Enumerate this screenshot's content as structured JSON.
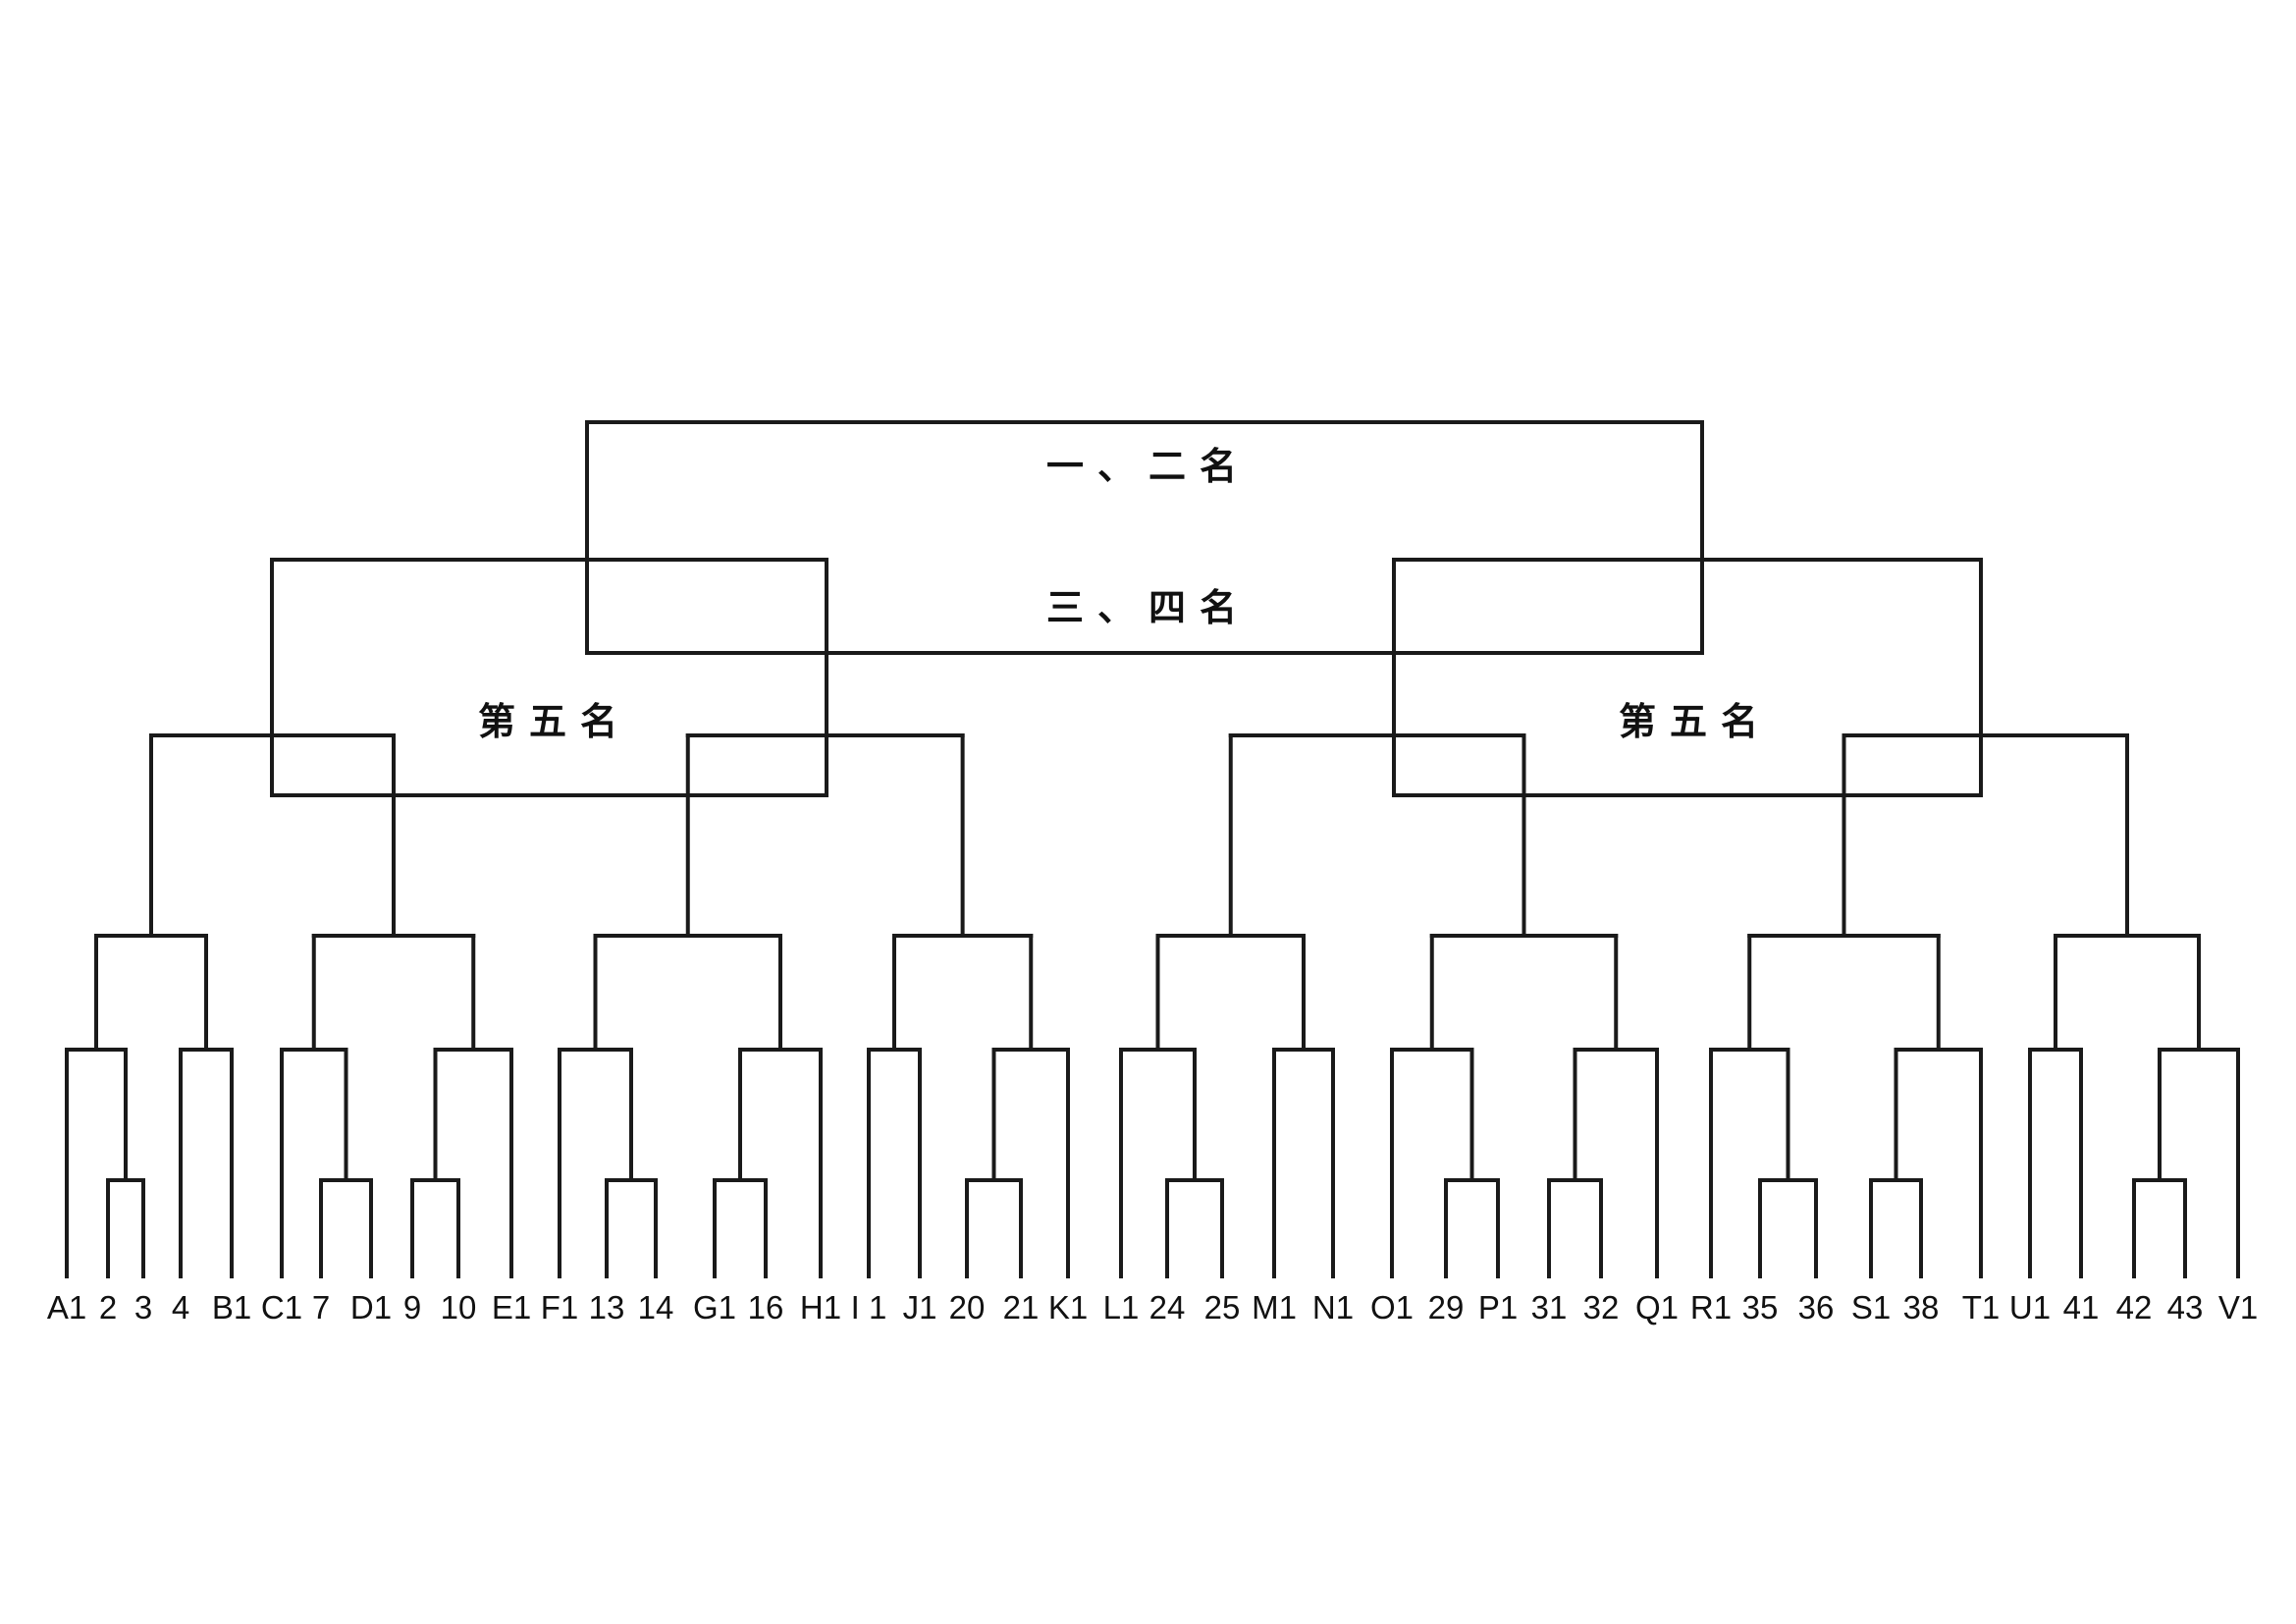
{
  "bracket": {
    "entrants": [
      "A1",
      "2",
      "3",
      "4",
      "B1",
      "C1",
      "7",
      "D1",
      "9",
      "10",
      "E1",
      "F1",
      "13",
      "14",
      "G1",
      "16",
      "H1",
      "I 1",
      "J1",
      "20",
      "21",
      "K1",
      "L1",
      "24",
      "25",
      "M1",
      "N1",
      "O1",
      "29",
      "P1",
      "31",
      "32",
      "Q1",
      "R1",
      "35",
      "36",
      "S1",
      "38",
      "T1",
      "U1",
      "41",
      "42",
      "43",
      "V1"
    ],
    "placement_labels": {
      "first_second": "一、二名",
      "third_fourth": "三、四名",
      "fifth_left": "第五名",
      "fifth_right": "第五名"
    },
    "line_color": "#1a1a1a"
  }
}
